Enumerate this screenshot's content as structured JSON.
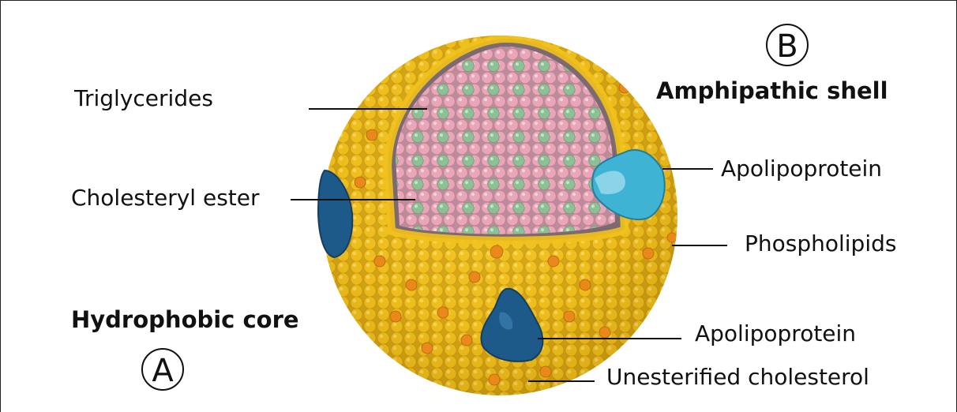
{
  "labels": {
    "triglycerides": "Triglycerides",
    "cholesteryl_ester": "Cholesteryl ester",
    "hydrophobic_core": "Hydrophobic core",
    "circle_a": "A",
    "circle_b": "B",
    "amphipathic_shell": "Amphipathic shell",
    "apolipoprotein_top": "Apolipoprotein",
    "phospholipids": "Phospholipids",
    "apolipoprotein_bottom": "Apolipoprotein",
    "unesterified_cholesterol": "Unesterified cholesterol"
  },
  "colors": {
    "phospholipid_head": "#f2c21c",
    "phospholipid_shade": "#c89a10",
    "cholesterol": "#e8891a",
    "triglyceride": "#e9a6b8",
    "cholesteryl_ester": "#8fbf95",
    "apolipoprotein_light": "#3fb3d3",
    "apolipoprotein_dark": "#1d5a8a",
    "tails": "#7d6a70"
  }
}
